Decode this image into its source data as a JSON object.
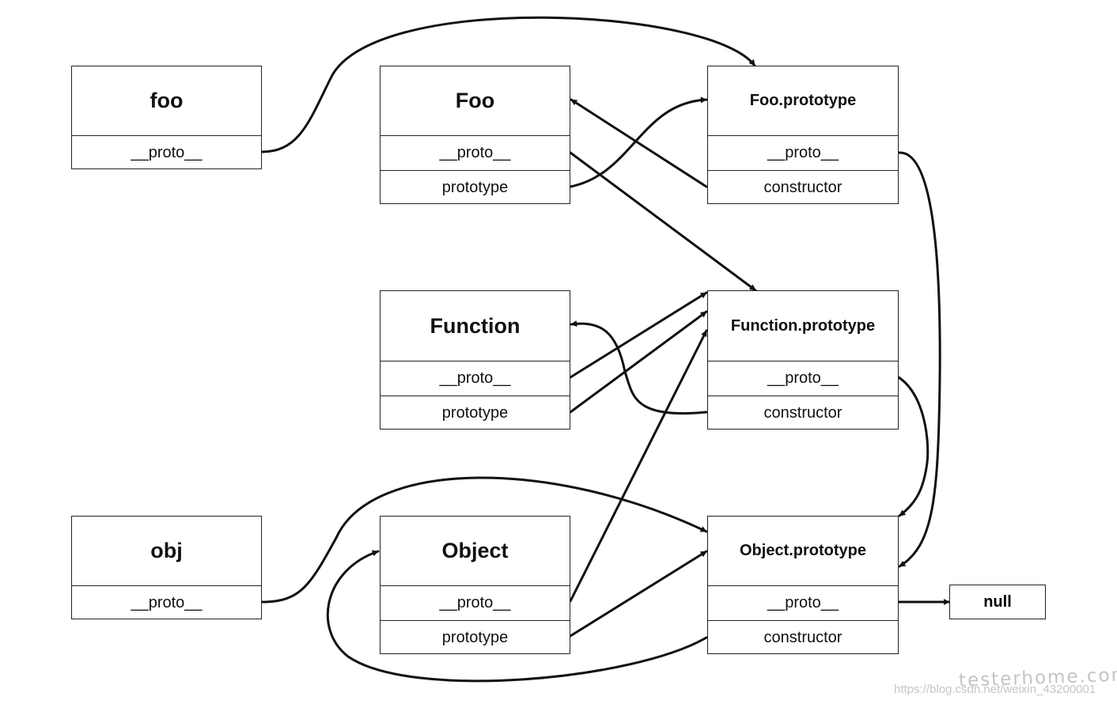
{
  "diagram": {
    "boxes": {
      "foo": {
        "title": "foo",
        "fields": [
          "__proto__"
        ]
      },
      "Foo": {
        "title": "Foo",
        "fields": [
          "__proto__",
          "prototype"
        ]
      },
      "Foo.prototype": {
        "title": "Foo.prototype",
        "fields": [
          "__proto__",
          "constructor"
        ]
      },
      "Function": {
        "title": "Function",
        "fields": [
          "__proto__",
          "prototype"
        ]
      },
      "Function.prototype": {
        "title": "Function.prototype",
        "fields": [
          "__proto__",
          "constructor"
        ]
      },
      "obj": {
        "title": "obj",
        "fields": [
          "__proto__"
        ]
      },
      "Object": {
        "title": "Object",
        "fields": [
          "__proto__",
          "prototype"
        ]
      },
      "Object.prototype": {
        "title": "Object.prototype",
        "fields": [
          "__proto__",
          "constructor"
        ]
      }
    },
    "null_label": "null",
    "edges": [
      {
        "from": "foo.__proto__",
        "to": "Foo.prototype"
      },
      {
        "from": "Foo.prototype.constructor",
        "to": "Foo"
      },
      {
        "from": "Foo.prototype",
        "to": "Foo.prototype"
      },
      {
        "from": "Foo.__proto__",
        "to": "Function.prototype"
      },
      {
        "from": "Foo.prototype.__proto__",
        "to": "Object.prototype"
      },
      {
        "from": "Function.__proto__",
        "to": "Function.prototype"
      },
      {
        "from": "Function.prototype",
        "to": "Function.prototype"
      },
      {
        "from": "Function.prototype.constructor",
        "to": "Function"
      },
      {
        "from": "Function.prototype.__proto__",
        "to": "Object.prototype"
      },
      {
        "from": "obj.__proto__",
        "to": "Object.prototype"
      },
      {
        "from": "Object.__proto__",
        "to": "Function.prototype"
      },
      {
        "from": "Object.prototype",
        "to": "Object.prototype"
      },
      {
        "from": "Object.prototype.constructor",
        "to": "Object"
      },
      {
        "from": "Object.prototype.__proto__",
        "to": "null"
      }
    ]
  },
  "watermark": {
    "site": "testerhome.com",
    "url": "https://blog.csdn.net/weixin_43200001"
  }
}
